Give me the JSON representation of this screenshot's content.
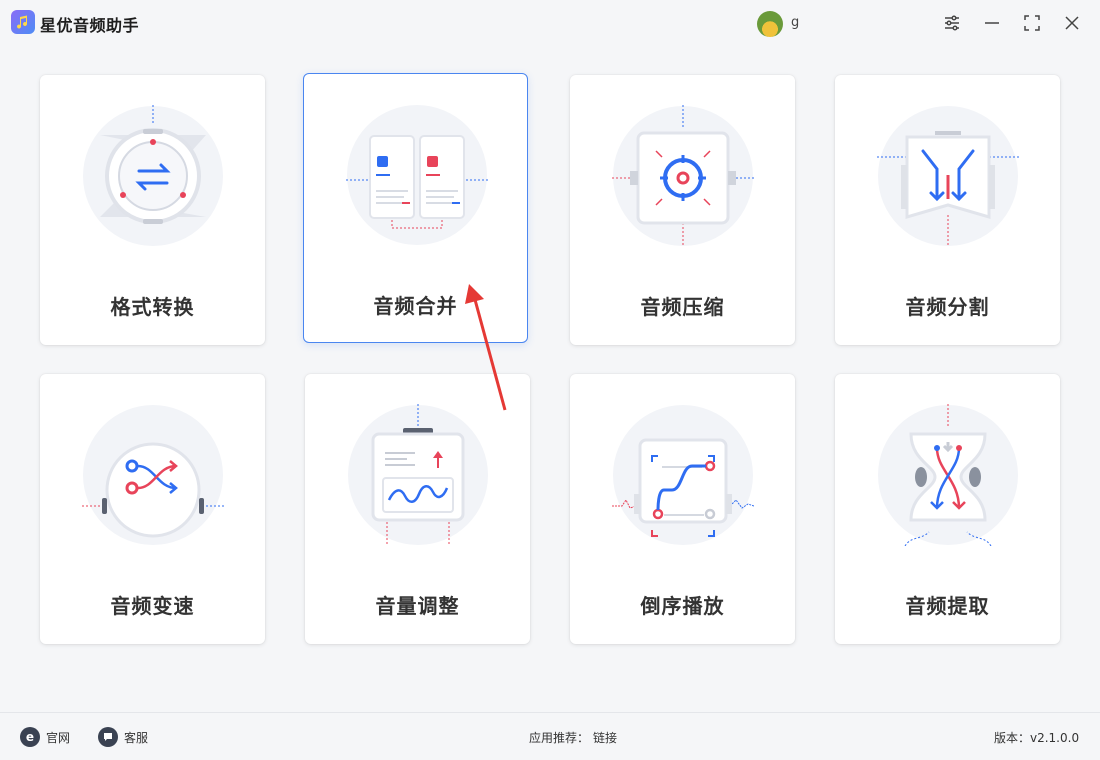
{
  "app": {
    "title": "星优音频助手",
    "user_name": "g"
  },
  "cards": [
    {
      "label": "格式转换",
      "icon": "format-convert-icon"
    },
    {
      "label": "音频合并",
      "icon": "audio-merge-icon",
      "selected": true
    },
    {
      "label": "音频压缩",
      "icon": "audio-compress-icon"
    },
    {
      "label": "音频分割",
      "icon": "audio-split-icon"
    },
    {
      "label": "音频变速",
      "icon": "audio-speed-icon"
    },
    {
      "label": "音量调整",
      "icon": "volume-adjust-icon"
    },
    {
      "label": "倒序播放",
      "icon": "reverse-play-icon"
    },
    {
      "label": "音频提取",
      "icon": "audio-extract-icon"
    }
  ],
  "footer": {
    "website_label": "官网",
    "support_label": "客服",
    "recommend_label": "应用推荐：",
    "recommend_link": "链接",
    "version_text": "版本：v2.1.0.0"
  },
  "colors": {
    "accent_blue": "#2f6df2",
    "accent_red": "#e8445a",
    "selected_border": "#4a86f0",
    "annotation_arrow": "#e53935"
  }
}
